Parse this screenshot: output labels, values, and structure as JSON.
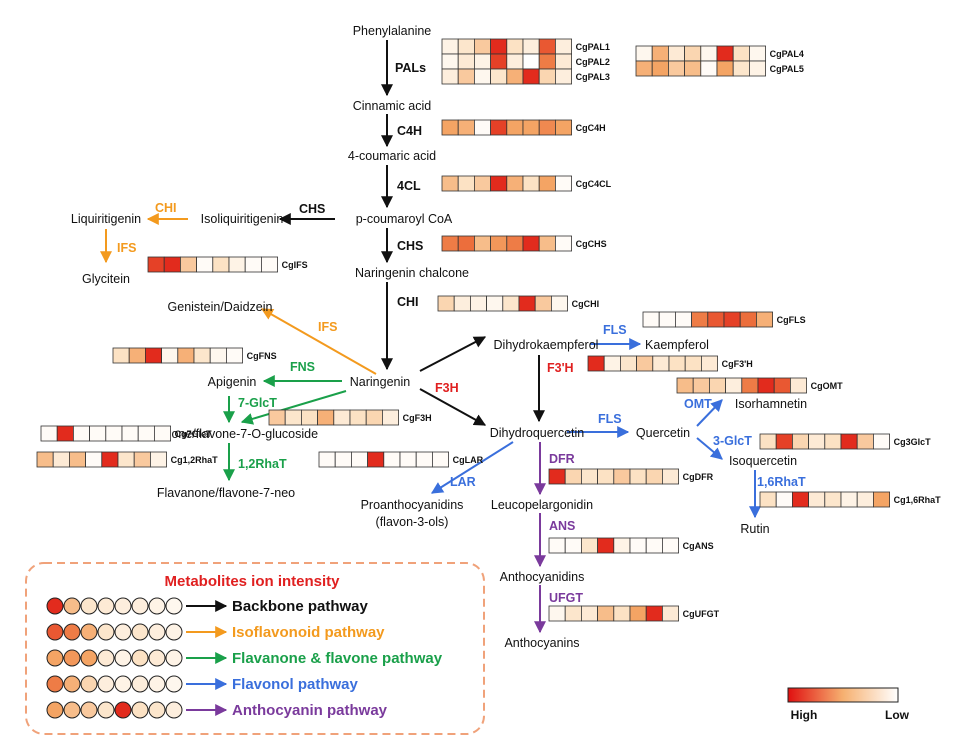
{
  "colors": {
    "backbone": "#111111",
    "isoflavonoid": "#f39a1e",
    "flavone": "#1aa04a",
    "flavonol": "#3a6fdc",
    "anthocyanin": "#7a3a9c",
    "f3h": "#e02020",
    "legend_title": "#e02020",
    "legend_border": "#f0a27a"
  },
  "metabolites": {
    "phenylalanine": "Phenylalanine",
    "cinnamic_acid": "Cinnamic acid",
    "coumaric_acid": "4-coumaric acid",
    "coumaroyl_coa": "p-coumaroyl CoA",
    "naringenin_chalcone": "Naringenin chalcone",
    "naringenin": "Naringenin",
    "isoliquiritigenin": "Isoliquiritigenin",
    "liquiritigenin": "Liquiritigenin",
    "glycitein": "Glycitein",
    "genistein": "Genistein/Daidzein",
    "apigenin": "Apigenin",
    "flavone_glucoside": "Flavanone/flavone-7-O-glucoside",
    "flavone_neo": "Flavanone/flavone-7-neo",
    "dihydrokaempferol": "Dihydrokaempferol",
    "kaempferol": "Kaempferol",
    "dihydroquercetin": "Dihydroquercetin",
    "quercetin": "Quercetin",
    "isorhamnetin": "Isorhamnetin",
    "isoquercetin": "Isoquercetin",
    "rutin": "Rutin",
    "proanthocyanidins": "Proanthocyanidins",
    "flavan3ols": "(flavon-3-ols)",
    "leucopelargonidin": "Leucopelargonidin",
    "anthocyanidins": "Anthocyanidins",
    "anthocyanins": "Anthocyanins"
  },
  "enzymes": {
    "pals": "PALs",
    "c4h": "C4H",
    "cl4": "4CL",
    "chs_main": "CHS",
    "chs_side": "CHS",
    "chi_main": "CHI",
    "chi_side": "CHI",
    "ifs_side": "IFS",
    "ifs_gen": "IFS",
    "fns": "FNS",
    "glct7": "7-GlcT",
    "rhat12": "1,2RhaT",
    "f3h": "F3H",
    "f3h_prime": "F3'H",
    "fls1": "FLS",
    "fls2": "FLS",
    "omt": "OMT",
    "glct3": "3-GlcT",
    "rhat16": "1,6RhaT",
    "lar": "LAR",
    "dfr": "DFR",
    "ans": "ANS",
    "ufgt": "UFGT"
  },
  "heatmaps": [
    {
      "label": "CgPAL1",
      "values": [
        0.15,
        0.3,
        0.45,
        0.95,
        0.35,
        0.2,
        0.85,
        0.2
      ]
    },
    {
      "label": "CgPAL2",
      "values": [
        0.1,
        0.25,
        0.15,
        0.9,
        0.2,
        0.0,
        0.75,
        0.25
      ]
    },
    {
      "label": "CgPAL3",
      "values": [
        0.2,
        0.45,
        0.1,
        0.3,
        0.55,
        0.95,
        0.4,
        0.2
      ]
    },
    {
      "label": "CgPAL4",
      "values": [
        0.1,
        0.55,
        0.25,
        0.4,
        0.1,
        0.95,
        0.35,
        0.1
      ]
    },
    {
      "label": "CgPAL5",
      "values": [
        0.55,
        0.6,
        0.45,
        0.5,
        0.05,
        0.6,
        0.3,
        0.15
      ]
    },
    {
      "label": "CgC4H",
      "values": [
        0.6,
        0.55,
        0.05,
        0.9,
        0.6,
        0.6,
        0.7,
        0.6
      ]
    },
    {
      "label": "CgC4CL",
      "values": [
        0.5,
        0.35,
        0.45,
        0.95,
        0.55,
        0.35,
        0.6,
        0.05
      ]
    },
    {
      "label": "CgCHS",
      "values": [
        0.75,
        0.8,
        0.5,
        0.65,
        0.75,
        0.95,
        0.5,
        0.05
      ]
    },
    {
      "label": "CgIFS",
      "values": [
        0.9,
        0.95,
        0.45,
        0.05,
        0.35,
        0.15,
        0.05,
        0.05
      ]
    },
    {
      "label": "CgCHI",
      "values": [
        0.4,
        0.2,
        0.15,
        0.1,
        0.3,
        0.95,
        0.45,
        0.1
      ]
    },
    {
      "label": "CgFLS",
      "values": [
        0.05,
        0.05,
        0.05,
        0.75,
        0.85,
        0.9,
        0.8,
        0.55
      ]
    },
    {
      "label": "CgFNS",
      "values": [
        0.35,
        0.55,
        0.95,
        0.1,
        0.55,
        0.3,
        0.1,
        0.05
      ]
    },
    {
      "label": "CgF3'H",
      "values": [
        0.95,
        0.15,
        0.3,
        0.45,
        0.25,
        0.35,
        0.35,
        0.25
      ]
    },
    {
      "label": "CgOMT",
      "values": [
        0.5,
        0.45,
        0.4,
        0.2,
        0.75,
        0.95,
        0.85,
        0.25
      ]
    },
    {
      "label": "Cg7GlcT",
      "values": [
        0.05,
        0.95,
        0.05,
        0.05,
        0.05,
        0.05,
        0.05,
        0.05
      ]
    },
    {
      "label": "CgF3H",
      "values": [
        0.45,
        0.3,
        0.35,
        0.55,
        0.25,
        0.35,
        0.4,
        0.2
      ]
    },
    {
      "label": "Cg3GlcT",
      "values": [
        0.35,
        0.9,
        0.4,
        0.25,
        0.35,
        0.95,
        0.45,
        0.05
      ]
    },
    {
      "label": "Cg1,2RhaT",
      "values": [
        0.5,
        0.25,
        0.5,
        0.05,
        0.95,
        0.3,
        0.45,
        0.15
      ]
    },
    {
      "label": "CgLAR",
      "values": [
        0.05,
        0.05,
        0.05,
        0.95,
        0.05,
        0.05,
        0.05,
        0.05
      ]
    },
    {
      "label": "CgDFR",
      "values": [
        0.95,
        0.4,
        0.3,
        0.35,
        0.45,
        0.35,
        0.4,
        0.25
      ]
    },
    {
      "label": "Cg1,6RhaT",
      "values": [
        0.35,
        0.05,
        0.95,
        0.25,
        0.3,
        0.15,
        0.2,
        0.6
      ]
    },
    {
      "label": "CgANS",
      "values": [
        0.05,
        0.05,
        0.3,
        0.95,
        0.15,
        0.05,
        0.05,
        0.05
      ]
    },
    {
      "label": "CgUFGT",
      "values": [
        0.1,
        0.3,
        0.25,
        0.5,
        0.35,
        0.6,
        0.95,
        0.25
      ]
    }
  ],
  "legend": {
    "title": "Metabolites ion intensity",
    "rows": [
      {
        "label": "Backbone pathway",
        "color_key": "backbone",
        "values": [
          0.95,
          0.5,
          0.3,
          0.25,
          0.2,
          0.2,
          0.15,
          0.1
        ]
      },
      {
        "label": "Isoflavonoid pathway",
        "color_key": "isoflavonoid",
        "values": [
          0.85,
          0.75,
          0.55,
          0.3,
          0.2,
          0.3,
          0.2,
          0.15
        ]
      },
      {
        "label": "Flavanone & flavone pathway",
        "color_key": "flavone",
        "values": [
          0.6,
          0.65,
          0.6,
          0.25,
          0.15,
          0.35,
          0.25,
          0.15
        ]
      },
      {
        "label": "Flavonol pathway",
        "color_key": "flavonol",
        "values": [
          0.75,
          0.55,
          0.4,
          0.2,
          0.15,
          0.2,
          0.15,
          0.1
        ]
      },
      {
        "label": "Anthocyanin pathway",
        "color_key": "anthocyanin",
        "values": [
          0.6,
          0.5,
          0.45,
          0.3,
          0.95,
          0.35,
          0.3,
          0.2
        ]
      }
    ]
  },
  "colorbar": {
    "high": "High",
    "low": "Low"
  }
}
